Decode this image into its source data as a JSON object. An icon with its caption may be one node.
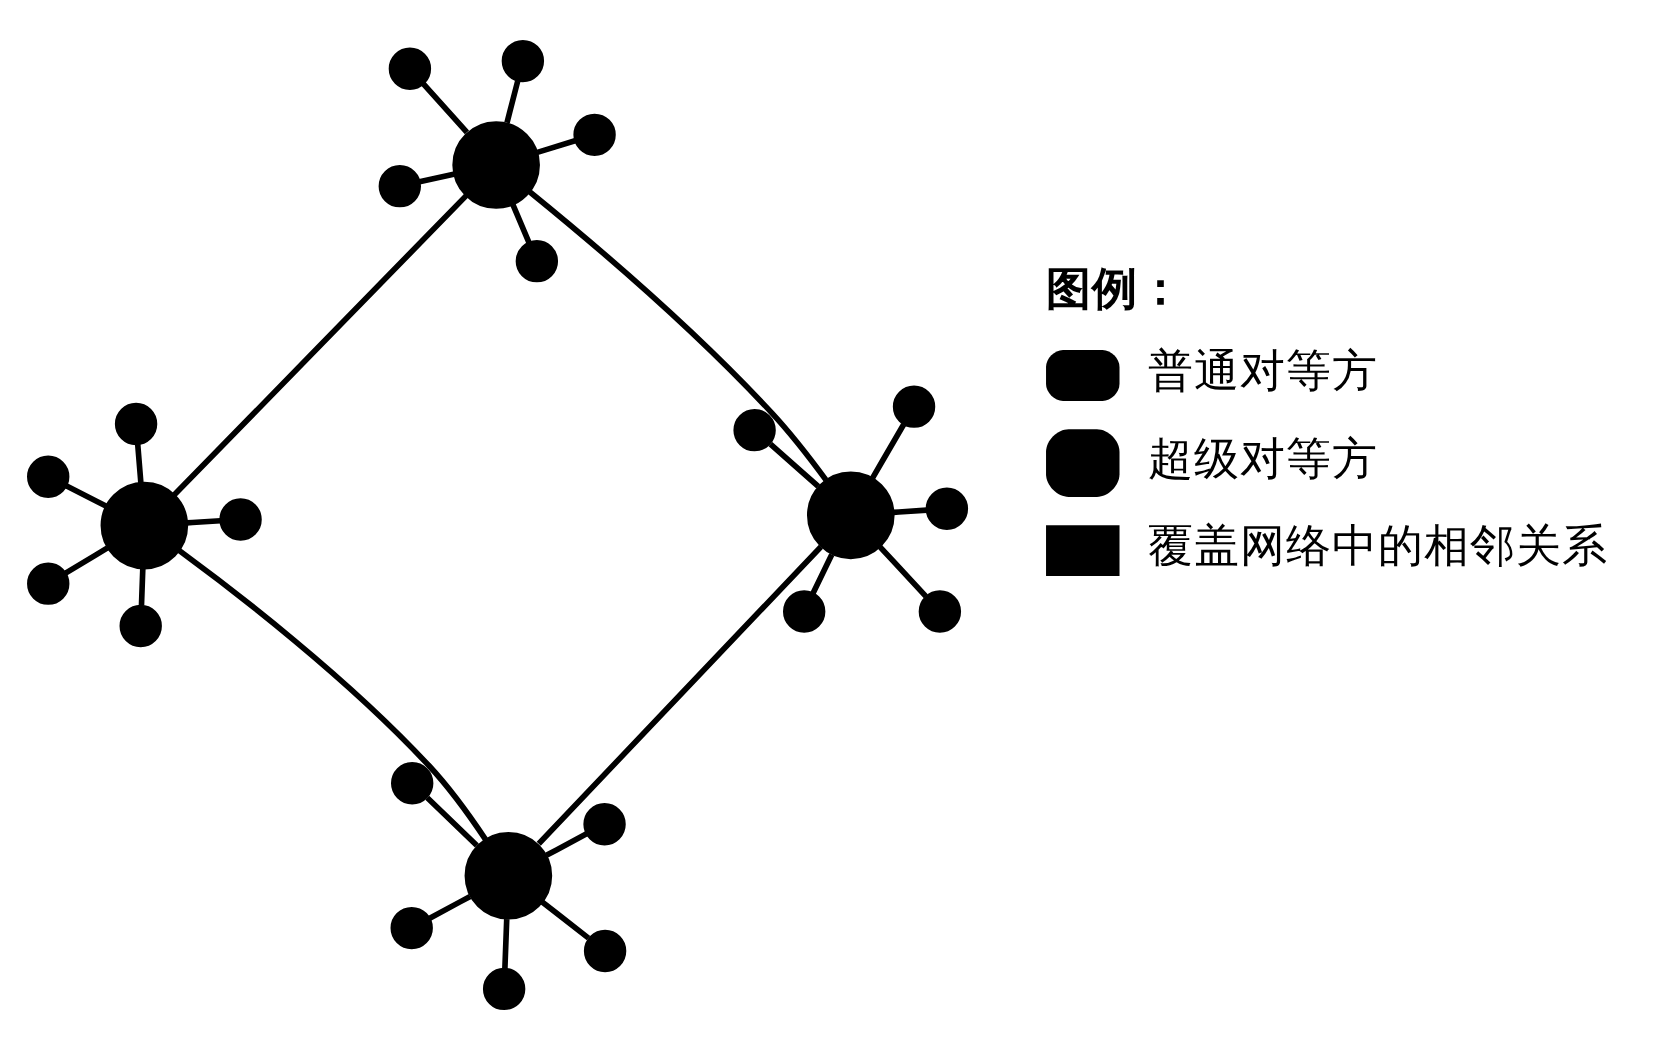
{
  "diagram": {
    "nodes": [
      {
        "text": [],
        "shape": "circle"
      },
      {
        "text": [],
        "shape": "circle"
      },
      {
        "text": [],
        "shape": "circle"
      },
      {
        "text": [],
        "shape": "circle"
      },
      {
        "text": [],
        "shape": "circle"
      },
      {
        "text": [],
        "shape": "circle"
      },
      {
        "text": [],
        "shape": "circle"
      },
      {
        "text": [],
        "shape": "circle"
      },
      {
        "text": [],
        "shape": "circle"
      },
      {
        "text": [],
        "shape": "circle"
      },
      {
        "text": [],
        "shape": "circle"
      },
      {
        "text": [],
        "shape": "circle"
      },
      {
        "text": [],
        "shape": "circle"
      },
      {
        "text": [],
        "shape": "circle"
      },
      {
        "text": [],
        "shape": "circle"
      },
      {
        "text": [],
        "shape": "circle"
      },
      {
        "text": [],
        "shape": "circle"
      },
      {
        "text": [],
        "shape": "circle"
      },
      {
        "text": [],
        "shape": "circle"
      },
      {
        "text": [],
        "shape": "circle"
      },
      {
        "text": [],
        "shape": "circle"
      },
      {
        "text": [],
        "shape": "circle"
      },
      {
        "text": [],
        "shape": "circle"
      },
      {
        "text": [],
        "shape": "circle"
      }
    ],
    "edges": [
      {
        "from": 0,
        "to": 1,
        "arrow": "none"
      },
      {
        "from": 0,
        "to": 2,
        "arrow": "none"
      },
      {
        "from": 2,
        "to": 3,
        "arrow": "none"
      },
      {
        "from": 1,
        "to": 3,
        "arrow": "none"
      },
      {
        "from": 0,
        "to": 4,
        "arrow": "none"
      },
      {
        "from": 0,
        "to": 5,
        "arrow": "none"
      },
      {
        "from": 0,
        "to": 6,
        "arrow": "none"
      },
      {
        "from": 0,
        "to": 7,
        "arrow": "none"
      },
      {
        "from": 0,
        "to": 8,
        "arrow": "none"
      },
      {
        "from": 1,
        "to": 9,
        "arrow": "none"
      },
      {
        "from": 1,
        "to": 10,
        "arrow": "none"
      },
      {
        "from": 1,
        "to": 11,
        "arrow": "none"
      },
      {
        "from": 1,
        "to": 12,
        "arrow": "none"
      },
      {
        "from": 1,
        "to": 13,
        "arrow": "none"
      },
      {
        "from": 2,
        "to": 14,
        "arrow": "none"
      },
      {
        "from": 2,
        "to": 15,
        "arrow": "none"
      },
      {
        "from": 2,
        "to": 16,
        "arrow": "none"
      },
      {
        "from": 2,
        "to": 17,
        "arrow": "none"
      },
      {
        "from": 2,
        "to": 18,
        "arrow": "none"
      },
      {
        "from": 3,
        "to": 19,
        "arrow": "none"
      },
      {
        "from": 3,
        "to": 20,
        "arrow": "none"
      },
      {
        "from": 3,
        "to": 21,
        "arrow": "none"
      },
      {
        "from": 3,
        "to": 22,
        "arrow": "none"
      },
      {
        "from": 3,
        "to": 23,
        "arrow": "none"
      }
    ],
    "labels": [
      "图例："
    ],
    "legend": [
      {
        "text": "普通对等方"
      },
      {
        "text": "超级对等方"
      },
      {
        "text": "覆盖网络中的相邻关系"
      }
    ]
  }
}
